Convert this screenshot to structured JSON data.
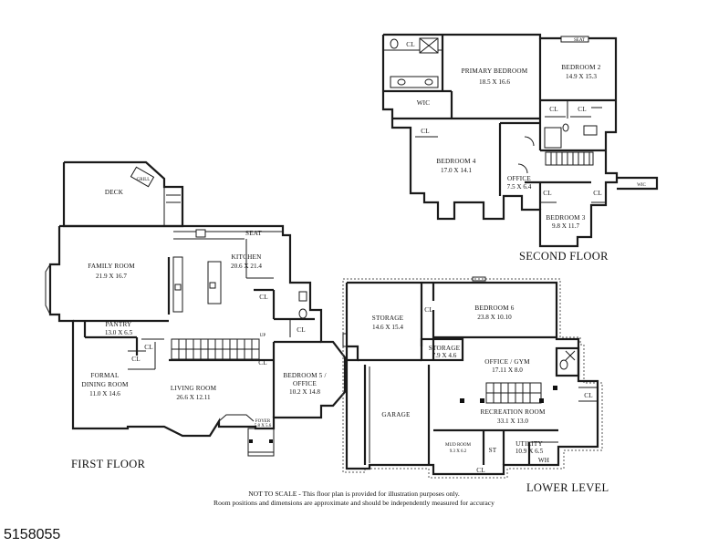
{
  "floors": {
    "first": "FIRST FLOOR",
    "second": "SECOND FLOOR",
    "lower": "LOWER LEVEL"
  },
  "rooms": {
    "deck": {
      "name": "DECK",
      "dims": ""
    },
    "grill": {
      "name": "GRILL",
      "dims": ""
    },
    "seat_kitchen": {
      "name": "SEAT",
      "dims": ""
    },
    "family_room": {
      "name": "FAMILY ROOM",
      "dims": "21.9 X 16.7"
    },
    "kitchen": {
      "name": "KITCHEN",
      "dims": "20.6 X 21.4"
    },
    "pantry": {
      "name": "PANTRY",
      "dims": "13.0 X 6.5"
    },
    "formal_dining": {
      "name": "FORMAL",
      "name2": "DINING ROOM",
      "dims": "11.0 X 14.6"
    },
    "living_room": {
      "name": "LIVING ROOM",
      "dims": "26.6 X 12.11"
    },
    "bedroom5": {
      "name": "BEDROOM 5 /",
      "name2": "OFFICE",
      "dims": "10.2 X 14.8"
    },
    "foyer": {
      "name": "FOYER",
      "dims": "5.8 X 5.6"
    },
    "primary_bedroom": {
      "name": "PRIMARY BEDROOM",
      "dims": "18.5 X 16.6"
    },
    "bedroom2": {
      "name": "BEDROOM 2",
      "dims": "14.9 X 15.3"
    },
    "seat_b2": {
      "name": "SEAT",
      "dims": ""
    },
    "wic_primary": {
      "name": "WIC",
      "dims": ""
    },
    "bedroom4": {
      "name": "BEDROOM 4",
      "dims": "17.0 X 14.1"
    },
    "office2": {
      "name": "OFFICE",
      "dims": "7.5 X 6.4"
    },
    "bedroom3": {
      "name": "BEDROOM 3",
      "dims": "9.8 X 11.7"
    },
    "wic_b3": {
      "name": "WIC",
      "dims": ""
    },
    "storage1": {
      "name": "STORAGE",
      "dims": "14.6 X 15.4"
    },
    "bedroom6": {
      "name": "BEDROOM 6",
      "dims": "23.8 X 10.10"
    },
    "storage2": {
      "name": "STORAGE",
      "dims": "7.9 X 4.6"
    },
    "office_gym": {
      "name": "OFFICE / GYM",
      "dims": "17.11 X 8.0"
    },
    "garage": {
      "name": "GARAGE",
      "dims": ""
    },
    "recreation": {
      "name": "RECREATION ROOM",
      "dims": "33.1 X 13.0"
    },
    "mud_room": {
      "name": "MUD ROOM",
      "dims": "9.3 X 6.2"
    },
    "st": {
      "name": "ST",
      "dims": ""
    },
    "utility": {
      "name": "UTILITY",
      "dims": "10.9 X 6.5"
    },
    "wh": {
      "name": "WH",
      "dims": ""
    }
  },
  "closet_label": "CL",
  "stair_up": "UP",
  "notes": {
    "line1": "NOT TO SCALE - This floor plan is provided for illustration purposes only.",
    "line2": "Room positions and dimensions are approximate and should be independently measured for accuracy"
  },
  "listing_id": "5158055"
}
